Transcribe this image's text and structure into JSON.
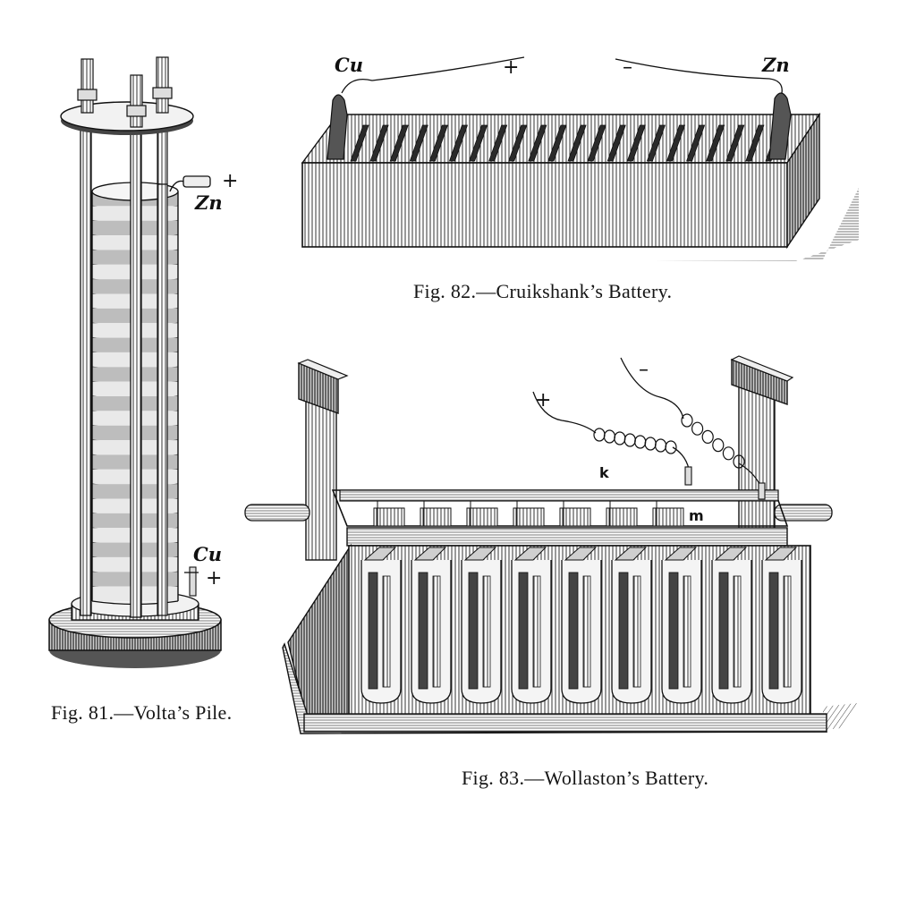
{
  "figures": {
    "volta": {
      "caption": "Fig. 81.—Volta’s Pile.",
      "labels": {
        "zn": "Zn",
        "zn_sign": "+",
        "cu": "Cu",
        "cu_sign": "+"
      },
      "disc_count": 28
    },
    "cruikshank": {
      "caption": "Fig. 82.—Cruikshank’s Battery.",
      "labels": {
        "cu": "Cu",
        "plus": "+",
        "minus": "–",
        "zn": "Zn"
      },
      "plate_count": 22
    },
    "wollaston": {
      "caption": "Fig. 83.—Wollaston’s Battery.",
      "labels": {
        "plus": "+",
        "minus": "–",
        "k": "k",
        "m": "m"
      },
      "cell_count": 9
    }
  },
  "colors": {
    "ink": "#1a1a1a",
    "paper": "#ffffff",
    "shade": "#6b6b6b"
  }
}
